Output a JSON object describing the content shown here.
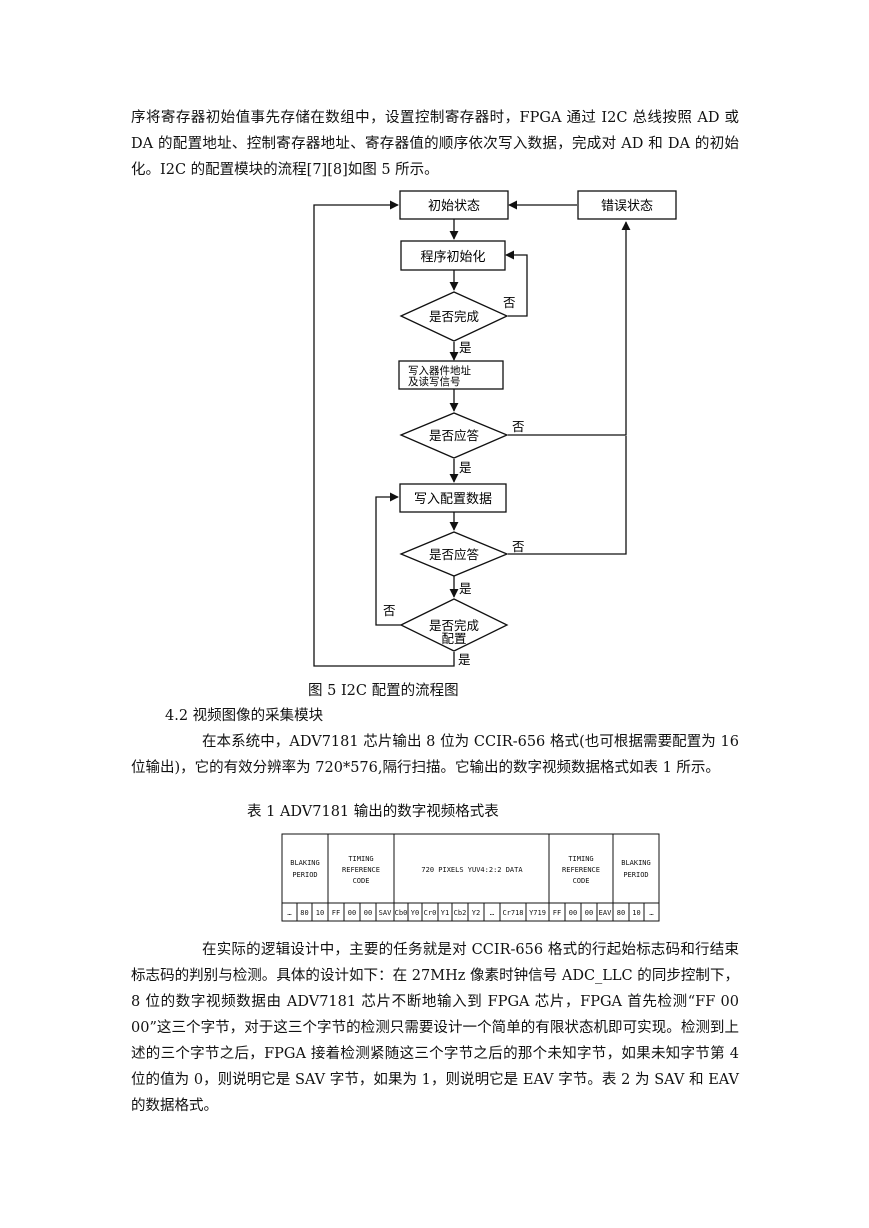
{
  "intro": {
    "text": "序将寄存器初始值事先存储在数组中，设置控制寄存器时，FPGA 通过 I2C 总线按照 AD 或 DA 的配置地址、控制寄存器地址、寄存器值的顺序依次写入数据，完成对 AD 和 DA 的初始化。I2C 的配置模块的流程[7][8]如图 5 所示。"
  },
  "flowchart": {
    "init_state": "初始状态",
    "error_state": "错误状态",
    "program_init": "程序初始化",
    "is_done": "是否完成",
    "write_addr_line1": "写入器件地址",
    "write_addr_line2": "及读写信号",
    "is_ack_1": "是否应答",
    "write_config": "写入配置数据",
    "is_ack_2": "是否应答",
    "is_config_done_line1": "是否完成",
    "is_config_done_line2": "配置",
    "yes": "是",
    "no": "否"
  },
  "figure5_caption": "图 5 I2C 配置的流程图",
  "section": {
    "heading": "4.2  视频图像的采集模块",
    "para1": "在本系统中，ADV7181 芯片输出 8 位为 CCIR-656 格式(也可根据需要配置为 16 位输出)，它的有效分辨率为 720*576,隔行扫描。它输出的数字视频数据格式如表 1 所示。"
  },
  "table1": {
    "caption": "表 1 ADV7181 输出的数字视频格式表",
    "headers": {
      "blanking_left": [
        "BLAKING",
        "PERIOD"
      ],
      "timing_left": [
        "TIMING",
        "REFERENCE",
        "CODE"
      ],
      "data": "720 PIXELS YUV4:2:2 DATA",
      "timing_right": [
        "TIMING",
        "REFERENCE",
        "CODE"
      ],
      "blanking_right": [
        "BLAKING",
        "PERIOD"
      ]
    },
    "cells": [
      "…",
      "80",
      "10",
      "FF",
      "00",
      "00",
      "SAV",
      "Cb0",
      "Y0",
      "Cr0",
      "Y1",
      "Cb2",
      "Y2",
      "…",
      "Cr718",
      "Y719",
      "FF",
      "00",
      "00",
      "EAV",
      "80",
      "10",
      "…"
    ]
  },
  "para2": {
    "text": "在实际的逻辑设计中，主要的任务就是对 CCIR-656 格式的行起始标志码和行结束标志码的判别与检测。具体的设计如下：在 27MHz 像素时钟信号 ADC_LLC 的同步控制下，8 位的数字视频数据由 ADV7181 芯片不断地输入到 FPGA 芯片，FPGA 首先检测“FF 00 00”这三个字节，对于这三个字节的检测只需要设计一个简单的有限状态机即可实现。检测到上述的三个字节之后，FPGA 接着检测紧随这三个字节之后的那个未知字节，如果未知字节第 4 位的值为 0，则说明它是 SAV 字节，如果为 1，则说明它是 EAV 字节。表 2 为 SAV 和 EAV 的数据格式。"
  }
}
